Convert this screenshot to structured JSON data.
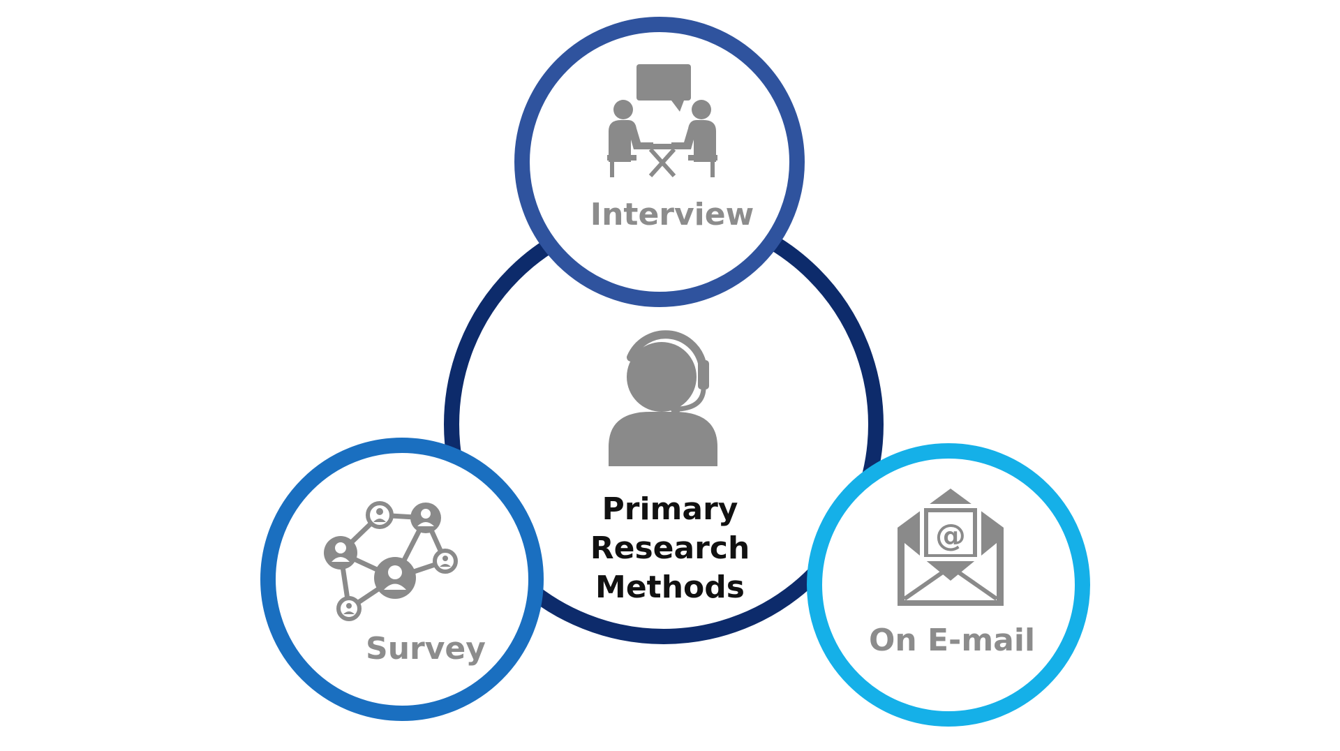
{
  "center": {
    "lines": [
      "Primary",
      "Research",
      "Methods"
    ],
    "icon": "call-center-agent-icon",
    "ring_color": "#0d2b6b"
  },
  "nodes": {
    "interview": {
      "label": "Interview",
      "icon": "interview-meeting-icon",
      "ring_color": "#2f539e"
    },
    "survey": {
      "label": "Survey",
      "icon": "people-network-icon",
      "ring_color": "#1a6fc0"
    },
    "email": {
      "label": "On E-mail",
      "icon": "email-envelope-icon",
      "ring_color": "#15b0e8"
    }
  },
  "colors": {
    "icon": "#8a8a8a",
    "label": "#8c8c8c",
    "center_text": "#111111",
    "background": "#ffffff"
  }
}
